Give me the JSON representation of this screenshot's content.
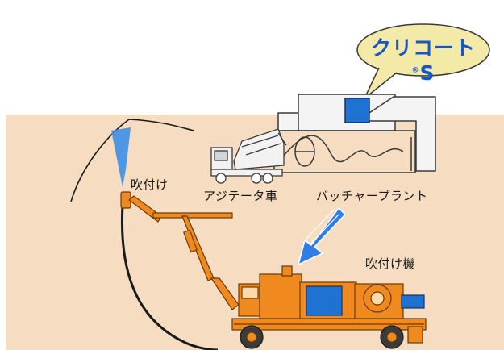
{
  "product": {
    "name_part1": "クリコート",
    "reg_mark": "®",
    "name_part2": "S"
  },
  "labels": {
    "spraying": "吹付け",
    "agitator_truck": "アジテータ車",
    "batcher_plant": "バッチャープラント",
    "spraying_machine": "吹付け機"
  },
  "colors": {
    "background_panel": "#f6dcc0",
    "bubble_fill": "#f2eaa6",
    "product_blue": "#1457c8",
    "machine_orange": "#f08a1e",
    "machine_blue": "#1e72d2",
    "arrow_blue": "#2f7ee6",
    "spray_blue": "#3d8fe8"
  }
}
